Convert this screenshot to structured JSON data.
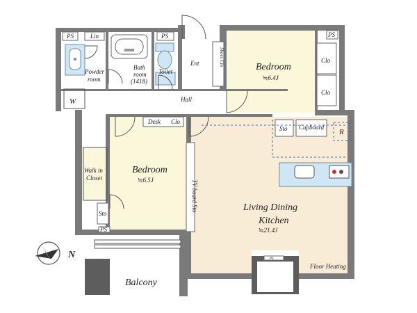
{
  "rooms": {
    "bedroom_top": {
      "name": "Bedroom",
      "area": "≒6.4J"
    },
    "bedroom_left": {
      "name": "Bedroom",
      "area": "≒6.5J"
    },
    "ldk": {
      "line1": "Living Dining",
      "line2": "Kitchen",
      "area": "≒21.4J"
    },
    "bath": {
      "line1": "Bath",
      "line2": "room",
      "line3": "(1418)"
    },
    "powder": {
      "line1": "Powder",
      "line2": "room"
    },
    "toilet": "Toilet",
    "walkin": {
      "line1": "Walk in",
      "line2": "Closet"
    },
    "balcony": "Balcony",
    "hall": "Hall",
    "entrance": "Ent"
  },
  "labels": {
    "ps": "PS",
    "lin": "Lin",
    "w": "W",
    "shoes_clo": "Shoes Clo",
    "clo": "Clo",
    "desk": "Desk",
    "sto": "Sto",
    "cupboard": "Cupboard",
    "r": "R",
    "tv_board": "TV board Sto",
    "floor_heating": "Floor Heating",
    "north": "N"
  },
  "colors": {
    "room_fill": "#fbf7da",
    "ldk_fill": "#f8ecd7",
    "wall": "#7a7a7a",
    "wet_fill": "#ffffff",
    "blue_fixture": "#cfe6f4",
    "dash_line": "#3a6fb0"
  }
}
